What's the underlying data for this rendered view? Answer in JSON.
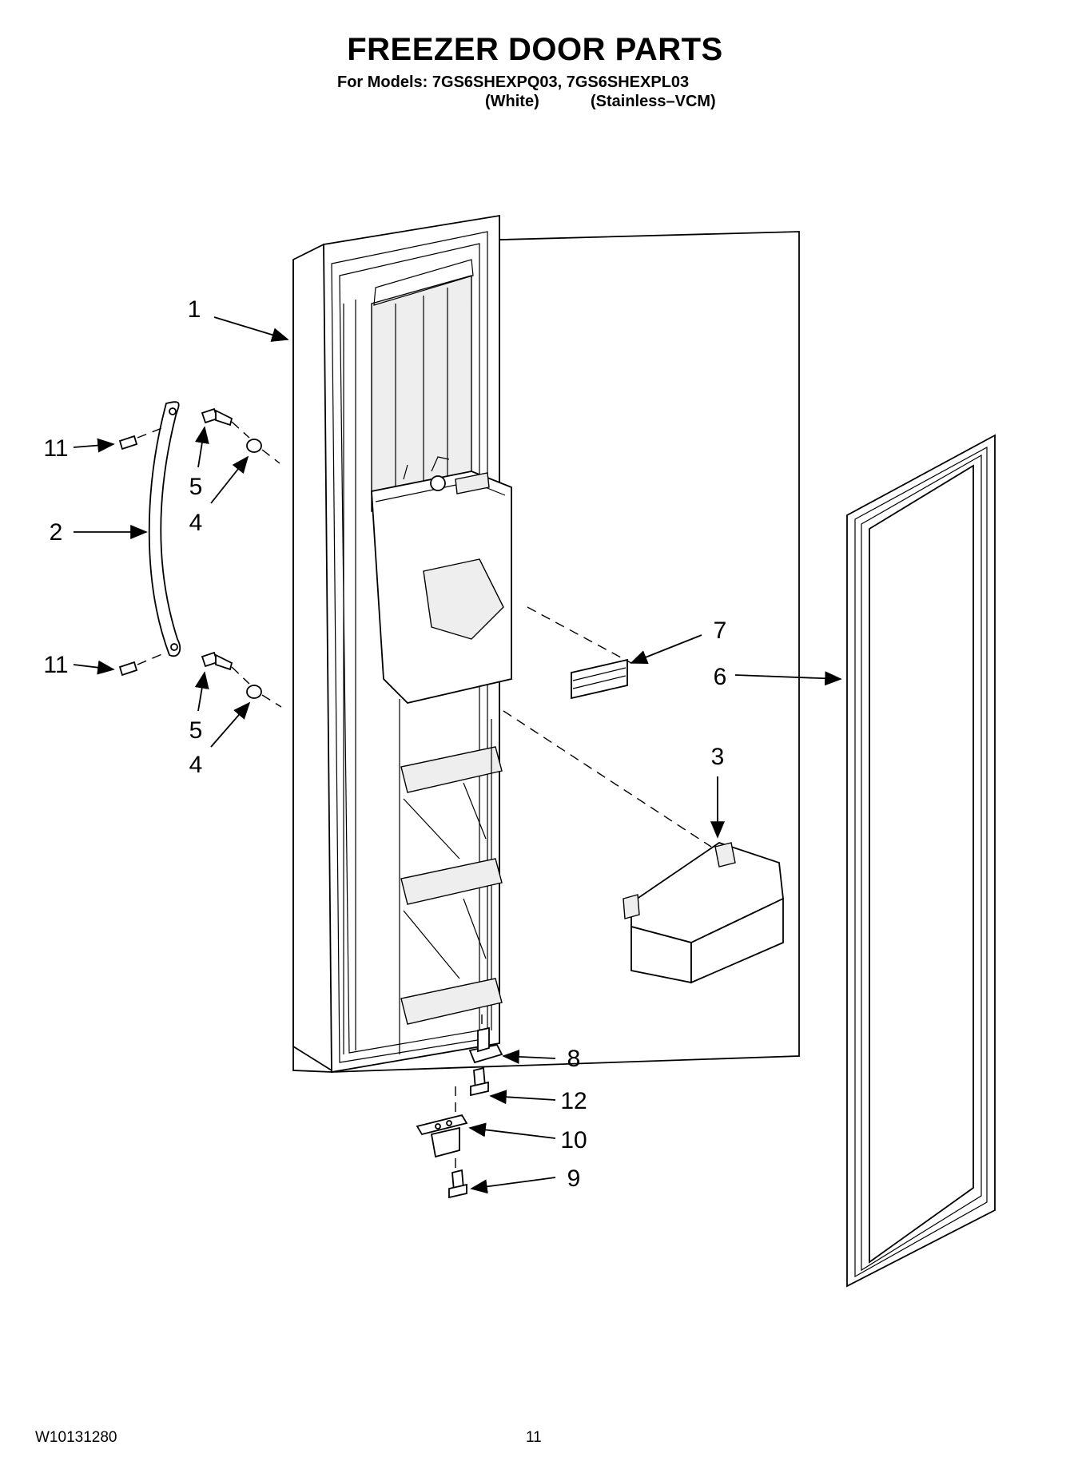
{
  "header": {
    "title": "FREEZER DOOR PARTS",
    "models_line": "For Models: 7GS6SHEXPQ03, 7GS6SHEXPL03",
    "variant_white": "(White)",
    "variant_stainless": "(Stainless–VCM)"
  },
  "callouts": [
    {
      "id": "c1a",
      "label": "1"
    },
    {
      "id": "c2",
      "label": "2"
    },
    {
      "id": "c11a",
      "label": "11"
    },
    {
      "id": "c5a",
      "label": "5"
    },
    {
      "id": "c4a",
      "label": "4"
    },
    {
      "id": "c11b",
      "label": "11"
    },
    {
      "id": "c5b",
      "label": "5"
    },
    {
      "id": "c4b",
      "label": "4"
    },
    {
      "id": "c7",
      "label": "7"
    },
    {
      "id": "c6",
      "label": "6"
    },
    {
      "id": "c3",
      "label": "3"
    },
    {
      "id": "c8",
      "label": "8"
    },
    {
      "id": "c12",
      "label": "12"
    },
    {
      "id": "c10",
      "label": "10"
    },
    {
      "id": "c9",
      "label": "9"
    }
  ],
  "footer": {
    "doc_number": "W10131280",
    "page_number": "11"
  }
}
